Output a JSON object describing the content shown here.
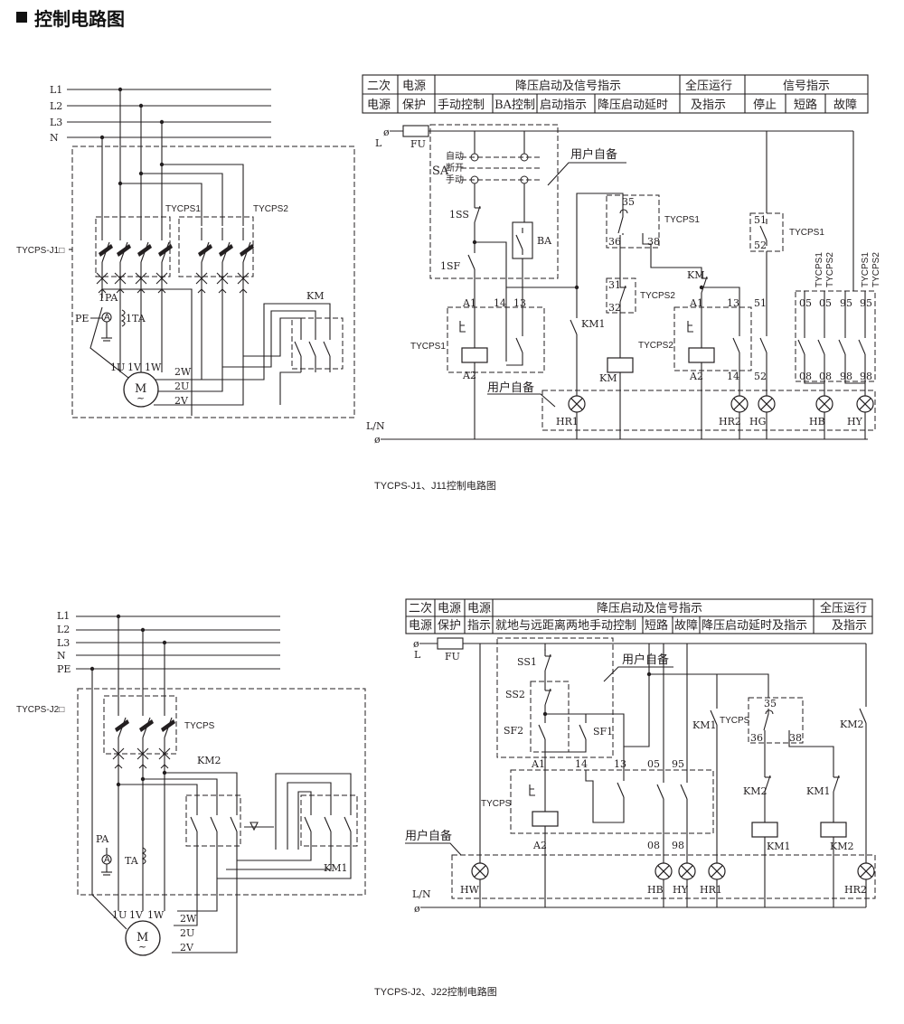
{
  "page": {
    "title": "控制电路图"
  },
  "d1": {
    "caption": "TYCPS-J1、J11控制电路图",
    "model": "TYCPS-J1□",
    "lines": [
      "L1",
      "L2",
      "L3",
      "N"
    ],
    "pe": "PE",
    "pa": "1PA",
    "ta": "1TA",
    "unit1": "TYCPS1",
    "unit2": "TYCPS2",
    "km": "KM",
    "motor": "M",
    "motor_sub": "~",
    "terms": [
      "1U",
      "1V",
      "1W",
      "2W",
      "2U",
      "2V"
    ],
    "head1": [
      "二次",
      "电源",
      "降压启动及信号指示",
      "全压运行",
      "信号指示"
    ],
    "head2": [
      "电源",
      "保护",
      "手动控制",
      "BA控制",
      "启动指示",
      "降压启动延时",
      "及指示",
      "停止",
      "短路",
      "故障"
    ],
    "ctrl": {
      "L": "L",
      "LN": "L/N",
      "FU": "FU",
      "SA": "SA",
      "sa_auto": "自动",
      "sa_off": "断开",
      "sa_manual": "手动",
      "ss": "1SS",
      "sf": "1SF",
      "ba": "BA",
      "user1": "用户自备",
      "user2": "用户自备",
      "tycps1a": "TYCPS1",
      "tycps1b": "TYCPS1",
      "tycps1c": "TYCPS1",
      "tycps2a": "TYCPS2",
      "tycps2b": "TYCPS2",
      "tycps1v": "TYCPS1",
      "tycps2v": "TYCPS2",
      "tycps1v2": "TYCPS1",
      "tycps2v2": "TYCPS2",
      "km": "KM",
      "km1": "KM1",
      "kmcoil": "KM",
      "kmc": "KM",
      "a1": "A1",
      "a2": "A2",
      "a1b": "A1",
      "a2b": "A2",
      "t14": "14",
      "t13": "13",
      "t35": "35",
      "t36": "36",
      "t38": "38",
      "t31": "31",
      "t32": "32",
      "t13b": "13",
      "t14b": "14",
      "t51": "51",
      "t52": "52",
      "t51b": "51",
      "t52b": "52",
      "t05a": "05",
      "t05b": "05",
      "t95a": "95",
      "t95b": "95",
      "t08a": "08",
      "t08b": "08",
      "t98a": "98",
      "t98b": "98",
      "hr1": "HR1",
      "hr2": "HR2",
      "hg": "HG",
      "hb": "HB",
      "hy": "HY"
    }
  },
  "d2": {
    "caption": "TYCPS-J2、J22控制电路图",
    "model": "TYCPS-J2□",
    "lines": [
      "L1",
      "L2",
      "L3",
      "N",
      "PE"
    ],
    "pa": "PA",
    "ta": "TA",
    "unit": "TYCPS",
    "km1": "KM1",
    "km2": "KM2",
    "motor": "M",
    "motor_sub": "~",
    "terms": [
      "1U",
      "1V",
      "1W",
      "2W",
      "2U",
      "2V"
    ],
    "head1": [
      "二次",
      "电源",
      "电源",
      "降压启动及信号指示",
      "全压运行"
    ],
    "head2": [
      "电源",
      "保护",
      "指示",
      "就地与远距离两地手动控制",
      "短路",
      "故障",
      "降压启动延时及指示",
      "及指示"
    ],
    "ctrl": {
      "L": "L",
      "LN": "L/N",
      "FU": "FU",
      "ss1": "SS1",
      "ss2": "SS2",
      "sf2": "SF2",
      "sf1": "SF1",
      "user1": "用户自备",
      "user2": "用户自备",
      "tycps": "TYCPS",
      "tycps_b": "TYCPS",
      "tycps_c": "TYCPS",
      "a1": "A1",
      "a2": "A2",
      "t14": "14",
      "t13": "13",
      "t05": "05",
      "t95": "95",
      "t08": "08",
      "t98": "98",
      "t35": "35",
      "t36": "36",
      "t38": "38",
      "km1a": "KM1",
      "km2a": "KM2",
      "km1c": "KM1",
      "km2c": "KM2",
      "km2b": "KM2",
      "km1b": "KM1",
      "hw": "HW",
      "hb": "HB",
      "hy": "HY",
      "hr1": "HR1",
      "hr2": "HR2"
    }
  }
}
